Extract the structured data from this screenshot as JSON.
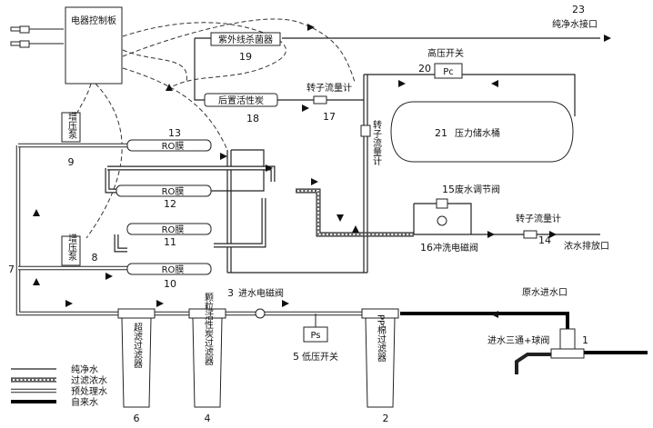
{
  "labels": {
    "controller": "电器控制板",
    "pure_outlet": "纯净水接口",
    "pure_outlet_num": "23",
    "uv_sterilizer": "紫外线杀菌器",
    "uv_num": "19",
    "high_pressure_switch": "高压开关",
    "pc": "Pc",
    "hps_num": "20",
    "post_carbon": "后置活性炭",
    "post_carbon_num": "18",
    "rotor_flowmeter": "转子流量计",
    "rotor_flowmeter_num": "17",
    "rotor_flowmeter_vertical": "转子流量计",
    "tank": "压力储水桶",
    "tank_num": "21",
    "booster_pump": "增压泵",
    "booster_num_top": "9",
    "booster_num_bottom": "8",
    "ro_membrane": "RO膜",
    "ro_13": "13",
    "ro_12": "12",
    "ro_11": "11",
    "ro_10": "10",
    "waste_adjust_valve": "废水调节阀",
    "waste_adjust_num": "15",
    "flush_valve": "冲洗电磁阀",
    "flush_valve_num": "16",
    "rotor_flowmeter_waste": "转子流量计",
    "rotor_flowmeter_waste_num": "14",
    "concentrate_outlet": "浓水排放口",
    "inlet_solenoid": "进水电磁阀",
    "inlet_solenoid_num": "3",
    "raw_water_inlet": "原水进水口",
    "low_pressure_switch": "低压开关",
    "ps": "Ps",
    "lps_num": "5",
    "tee_ball_valve": "进水三通+球阀",
    "tee_num": "1",
    "junction_num": "7",
    "filter_ultra": "超滤过滤器",
    "filter_ultra_num": "6",
    "filter_carbon": "颗粒活性炭过滤器",
    "filter_carbon_num": "4",
    "filter_pp": "PP棉过滤器",
    "filter_pp_num": "2"
  },
  "legend": [
    {
      "label": "纯净水",
      "style": "pure"
    },
    {
      "label": "过滤浓水",
      "style": "concentrate"
    },
    {
      "label": "预处理水",
      "style": "pretreated"
    },
    {
      "label": "自来水",
      "style": "tap"
    }
  ]
}
